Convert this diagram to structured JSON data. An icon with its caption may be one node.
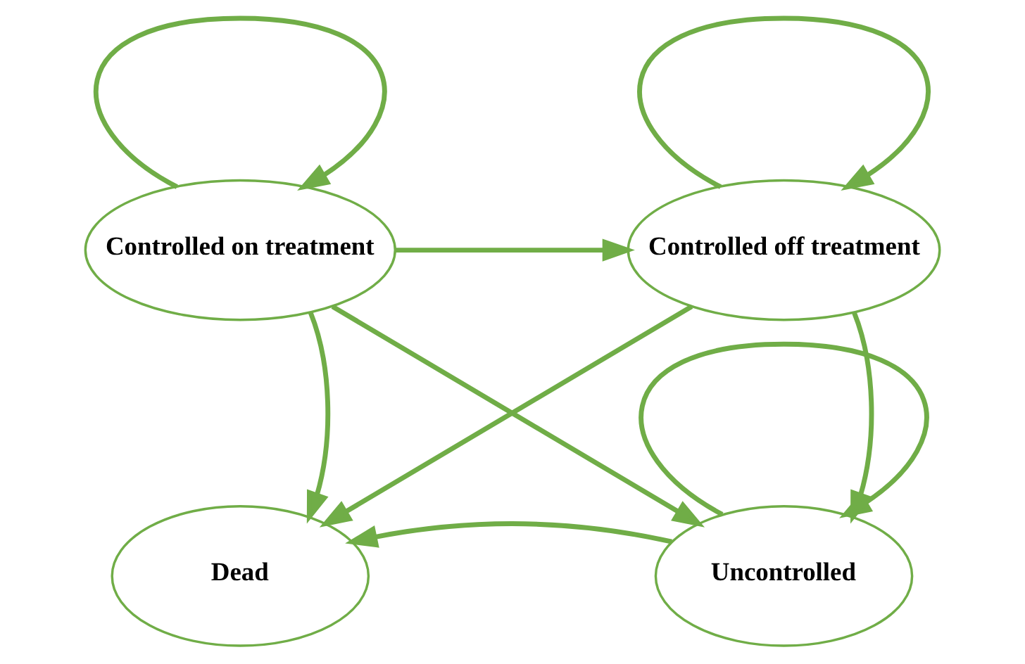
{
  "diagram": {
    "nodes": [
      {
        "text": [
          "Controlled on treatment"
        ]
      },
      {
        "text": [
          "Controlled off treatment"
        ]
      },
      {
        "text": [
          "Dead"
        ]
      },
      {
        "text": [
          "Uncontrolled"
        ]
      }
    ],
    "edges": [
      {
        "from": 0,
        "to": 0,
        "arrow": "to"
      },
      {
        "from": 0,
        "to": 1,
        "arrow": "to"
      },
      {
        "from": 0,
        "to": 2,
        "arrow": "to"
      },
      {
        "from": 0,
        "to": 3,
        "arrow": "to"
      },
      {
        "from": 1,
        "to": 1,
        "arrow": "to"
      },
      {
        "from": 1,
        "to": 2,
        "arrow": "to"
      },
      {
        "from": 1,
        "to": 3,
        "arrow": "to"
      },
      {
        "from": 3,
        "to": 3,
        "arrow": "to"
      },
      {
        "from": 3,
        "to": 2,
        "arrow": "to"
      }
    ]
  }
}
